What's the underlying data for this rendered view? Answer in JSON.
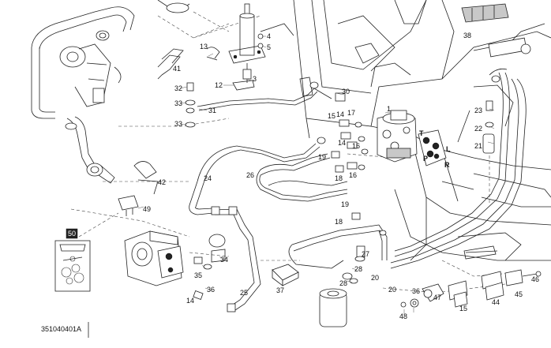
{
  "document_number": "351040401A",
  "kit_label": "50",
  "port_letters": [
    "T",
    "L",
    "P",
    "R"
  ],
  "callouts": [
    {
      "id": "c1",
      "text": "1"
    },
    {
      "id": "c3",
      "text": "3"
    },
    {
      "id": "c4",
      "text": "4"
    },
    {
      "id": "c5",
      "text": "5"
    },
    {
      "id": "c12",
      "text": "12"
    },
    {
      "id": "c13",
      "text": "13"
    },
    {
      "id": "c14a",
      "text": "14"
    },
    {
      "id": "c14b",
      "text": "14"
    },
    {
      "id": "c14c",
      "text": "14"
    },
    {
      "id": "c15a",
      "text": "15"
    },
    {
      "id": "c15b",
      "text": "15"
    },
    {
      "id": "c16a",
      "text": "16"
    },
    {
      "id": "c16b",
      "text": "16"
    },
    {
      "id": "c17",
      "text": "17"
    },
    {
      "id": "c18a",
      "text": "18"
    },
    {
      "id": "c18b",
      "text": "18"
    },
    {
      "id": "c19a",
      "text": "19"
    },
    {
      "id": "c19b",
      "text": "19"
    },
    {
      "id": "c20a",
      "text": "20"
    },
    {
      "id": "c20b",
      "text": "20"
    },
    {
      "id": "c21",
      "text": "21"
    },
    {
      "id": "c22",
      "text": "22"
    },
    {
      "id": "c23",
      "text": "23"
    },
    {
      "id": "c24",
      "text": "24"
    },
    {
      "id": "c25",
      "text": "25"
    },
    {
      "id": "c26",
      "text": "26"
    },
    {
      "id": "c27",
      "text": "27"
    },
    {
      "id": "c28a",
      "text": "28"
    },
    {
      "id": "c28b",
      "text": "28"
    },
    {
      "id": "c30",
      "text": "30"
    },
    {
      "id": "c31",
      "text": "31"
    },
    {
      "id": "c32",
      "text": "32"
    },
    {
      "id": "c33a",
      "text": "33"
    },
    {
      "id": "c33b",
      "text": "33"
    },
    {
      "id": "c34",
      "text": "34"
    },
    {
      "id": "c35",
      "text": "35"
    },
    {
      "id": "c36a",
      "text": "36"
    },
    {
      "id": "c36b",
      "text": "36"
    },
    {
      "id": "c37",
      "text": "37"
    },
    {
      "id": "c38",
      "text": "38"
    },
    {
      "id": "c41",
      "text": "41"
    },
    {
      "id": "c42",
      "text": "42"
    },
    {
      "id": "c44",
      "text": "44"
    },
    {
      "id": "c45",
      "text": "45"
    },
    {
      "id": "c46",
      "text": "46"
    },
    {
      "id": "c47",
      "text": "47"
    },
    {
      "id": "c48",
      "text": "48"
    },
    {
      "id": "c49",
      "text": "49"
    }
  ]
}
